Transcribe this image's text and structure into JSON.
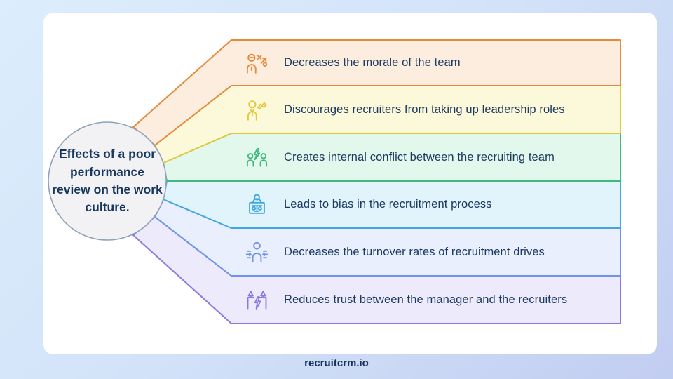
{
  "title": "Effects of a poor performance review on the work culture.",
  "footer": {
    "brand": "recruitcrm.io"
  },
  "colors": {
    "background_top": "#dcedfc",
    "background_bottom": "#c2cdf1",
    "card": "#ffffff",
    "text_navy": "#1b3a61",
    "hub_fill": "#f2f2f4",
    "hub_stroke": "#90a2b9"
  },
  "items": [
    {
      "label": "Decreases the morale of the team",
      "icon": "demotivated-strategy-icon",
      "border": "#e7893a",
      "fill": "#fcedde"
    },
    {
      "label": "Discourages recruiters from taking up leadership roles",
      "icon": "discouraged-leader-icon",
      "border": "#e2c93b",
      "fill": "#fcf8da"
    },
    {
      "label": "Creates internal conflict between the recruiting team",
      "icon": "conflict-people-icon",
      "border": "#3fb97e",
      "fill": "#e3f8ec"
    },
    {
      "label": "Leads to bias in the recruitment process",
      "icon": "bias-scales-icon",
      "border": "#41a7e0",
      "fill": "#e1f3fb"
    },
    {
      "label": "Decreases the turnover rates of recruitment drives",
      "icon": "turnover-person-icon",
      "border": "#6e93e8",
      "fill": "#e9effc"
    },
    {
      "label": "Reduces trust between the manager and the recruiters",
      "icon": "broken-trust-icon",
      "border": "#8b78e0",
      "fill": "#edebfb"
    }
  ]
}
